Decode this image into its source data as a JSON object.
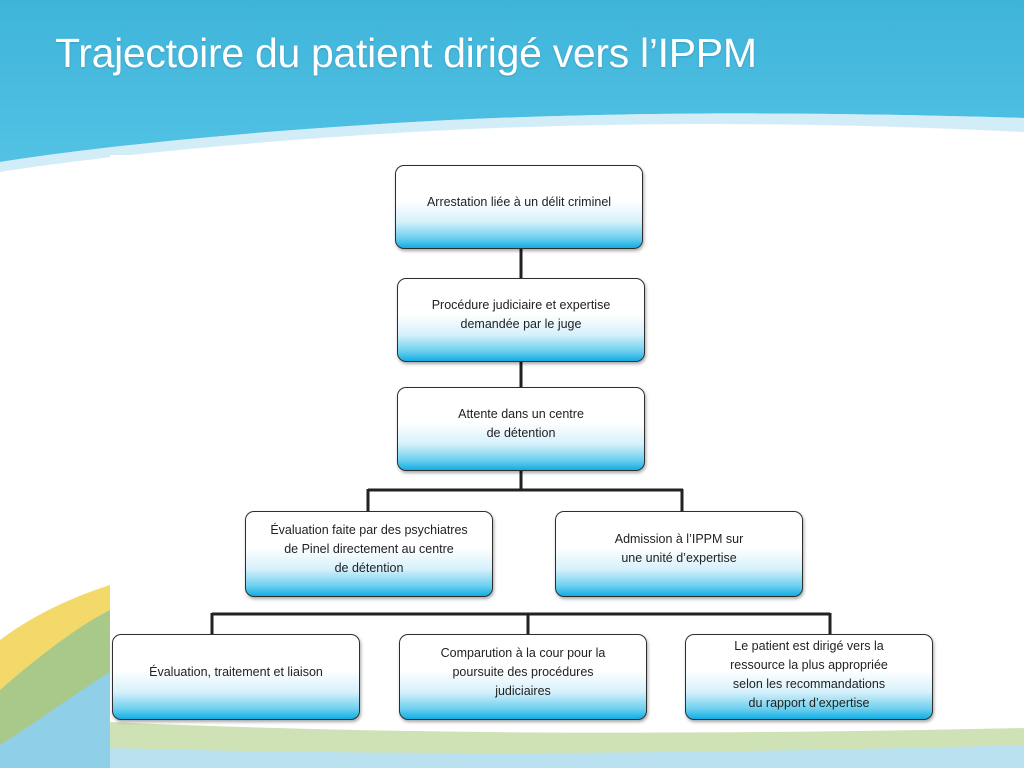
{
  "slide": {
    "title": "Trajectoire du patient dirigé vers l’IPPM"
  },
  "diagram": {
    "boxes": [
      {
        "lines": [
          "Arrestation liée à un délit criminel"
        ]
      },
      {
        "lines": [
          "Procédure judiciaire et expertise",
          "demandée par le juge"
        ]
      },
      {
        "lines": [
          "Attente dans un centre",
          "de détention"
        ]
      },
      {
        "lines": [
          "Évaluation faite par des psychiatres",
          "de Pinel directement au centre",
          "de détention"
        ]
      },
      {
        "lines": [
          "Admission à l’IPPM sur",
          "une unité d’expertise"
        ]
      },
      {
        "lines": [
          "Évaluation, traitement et liaison"
        ]
      },
      {
        "lines": [
          "Comparution à la cour pour la",
          "poursuite des procédures",
          "judiciaires"
        ]
      },
      {
        "lines": [
          "Le patient est dirigé vers la",
          "ressource la plus appropriée",
          "selon les recommandations",
          "du rapport d’expertise"
        ]
      }
    ]
  },
  "colors": {
    "header_blue": "#45b9dd",
    "box_accent": "#12ade3",
    "connector": "#222222"
  }
}
